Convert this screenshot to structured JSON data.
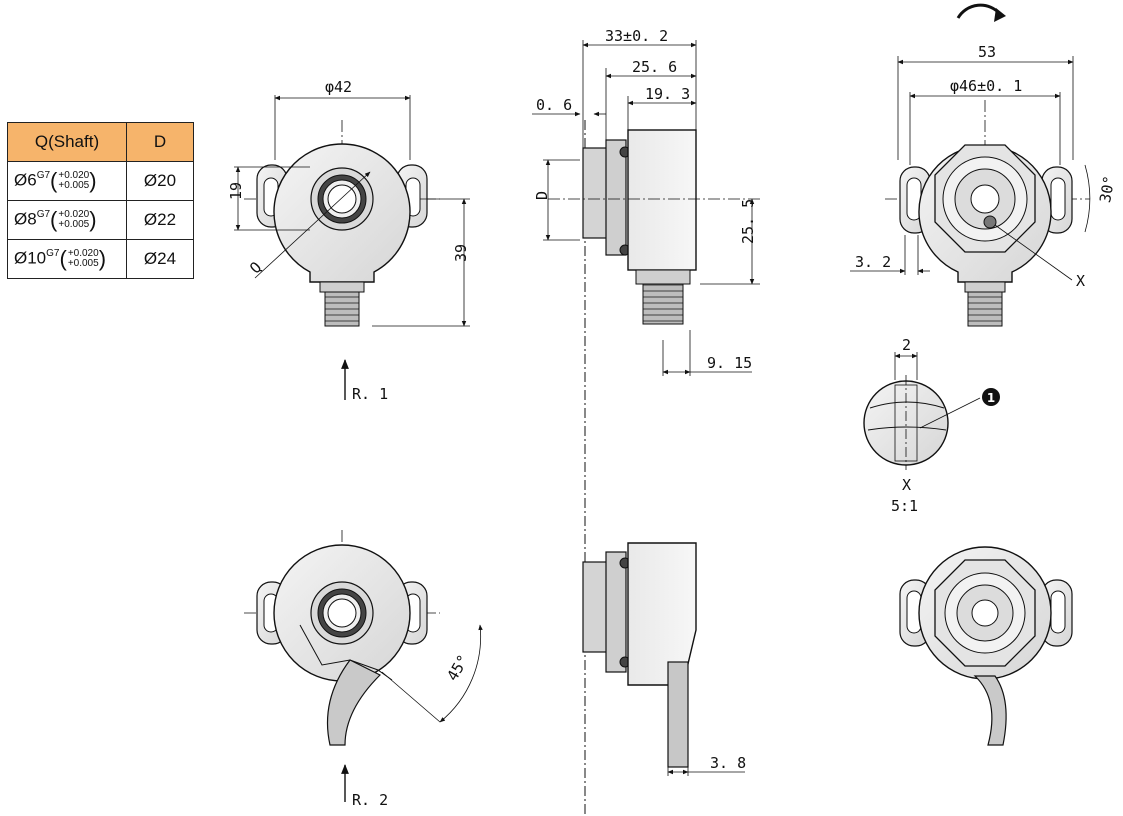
{
  "shaft_table": {
    "header_q": "Q(Shaft)",
    "header_d": "D",
    "rows": [
      {
        "q_base": "Ø6",
        "q_fit": "G7",
        "tol_upper": "+0.020",
        "tol_lower": "+0.005",
        "d": "Ø20"
      },
      {
        "q_base": "Ø8",
        "q_fit": "G7",
        "tol_upper": "+0.020",
        "tol_lower": "+0.005",
        "d": "Ø22"
      },
      {
        "q_base": "Ø10",
        "q_fit": "G7",
        "tol_upper": "+0.020",
        "tol_lower": "+0.005",
        "d": "Ø24"
      }
    ]
  },
  "front_view": {
    "dim_diameter": "φ42",
    "dim_height_left": "19",
    "dim_height_right": "39",
    "shaft_label": "Q",
    "ref_label": "R. 1"
  },
  "side_view": {
    "dim_total": "33±0. 2",
    "dim_body": "25. 6",
    "dim_housing": "19. 3",
    "dim_gap": "0. 6",
    "dim_d": "D",
    "dim_center": "25. 5",
    "dim_connector": "9. 15"
  },
  "rear_view": {
    "dim_width": "53",
    "dim_bolt_circle": "φ46±0. 1",
    "dim_slot": "3. 2",
    "dim_angle": "30°",
    "detail_marker": "X"
  },
  "detail_view": {
    "dim_width": "2",
    "callout_number": "1",
    "label": "X",
    "scale": "5:1"
  },
  "lower_views": {
    "angle_label": "45°",
    "ref_label": "R. 2",
    "dim_offset": "3. 8"
  },
  "colors": {
    "table_header": "#f6b46b",
    "line": "#111111",
    "metal_light": "#eeeeee",
    "metal_mid": "#cfcfcf",
    "metal_dark": "#8a8a8a"
  }
}
